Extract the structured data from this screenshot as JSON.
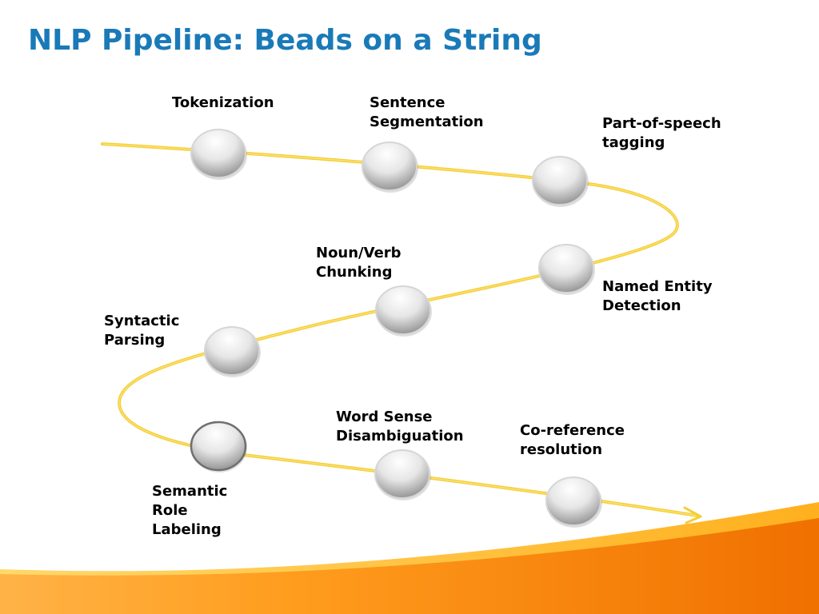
{
  "title": "NLP Pipeline: Beads on a String",
  "steps": [
    {
      "name": "tokenization",
      "lines": [
        "Tokenization"
      ]
    },
    {
      "name": "sentence-segmentation",
      "lines": [
        "Sentence",
        "Segmentation"
      ]
    },
    {
      "name": "pos-tagging",
      "lines": [
        "Part-of-speech",
        "tagging"
      ]
    },
    {
      "name": "named-entity-detection",
      "lines": [
        "Named Entity",
        "Detection"
      ]
    },
    {
      "name": "noun-verb-chunking",
      "lines": [
        "Noun/Verb",
        "Chunking"
      ]
    },
    {
      "name": "syntactic-parsing",
      "lines": [
        "Syntactic",
        "Parsing"
      ]
    },
    {
      "name": "semantic-role-labeling",
      "lines": [
        "Semantic",
        "Role",
        "Labeling"
      ]
    },
    {
      "name": "word-sense-disambiguation",
      "lines": [
        "Word Sense",
        "Disambiguation"
      ]
    },
    {
      "name": "coreference-resolution",
      "lines": [
        "Co-reference",
        "resolution"
      ]
    }
  ],
  "colors": {
    "title": "#1a7ab8",
    "string": "#f3cf3a",
    "bead_light": "#ffffff",
    "bead_dark": "#8a8a8a",
    "footer_orange": "#f07800",
    "footer_yellow": "#ffc23a"
  },
  "icons": {
    "string_end": "arrow-head-icon"
  }
}
